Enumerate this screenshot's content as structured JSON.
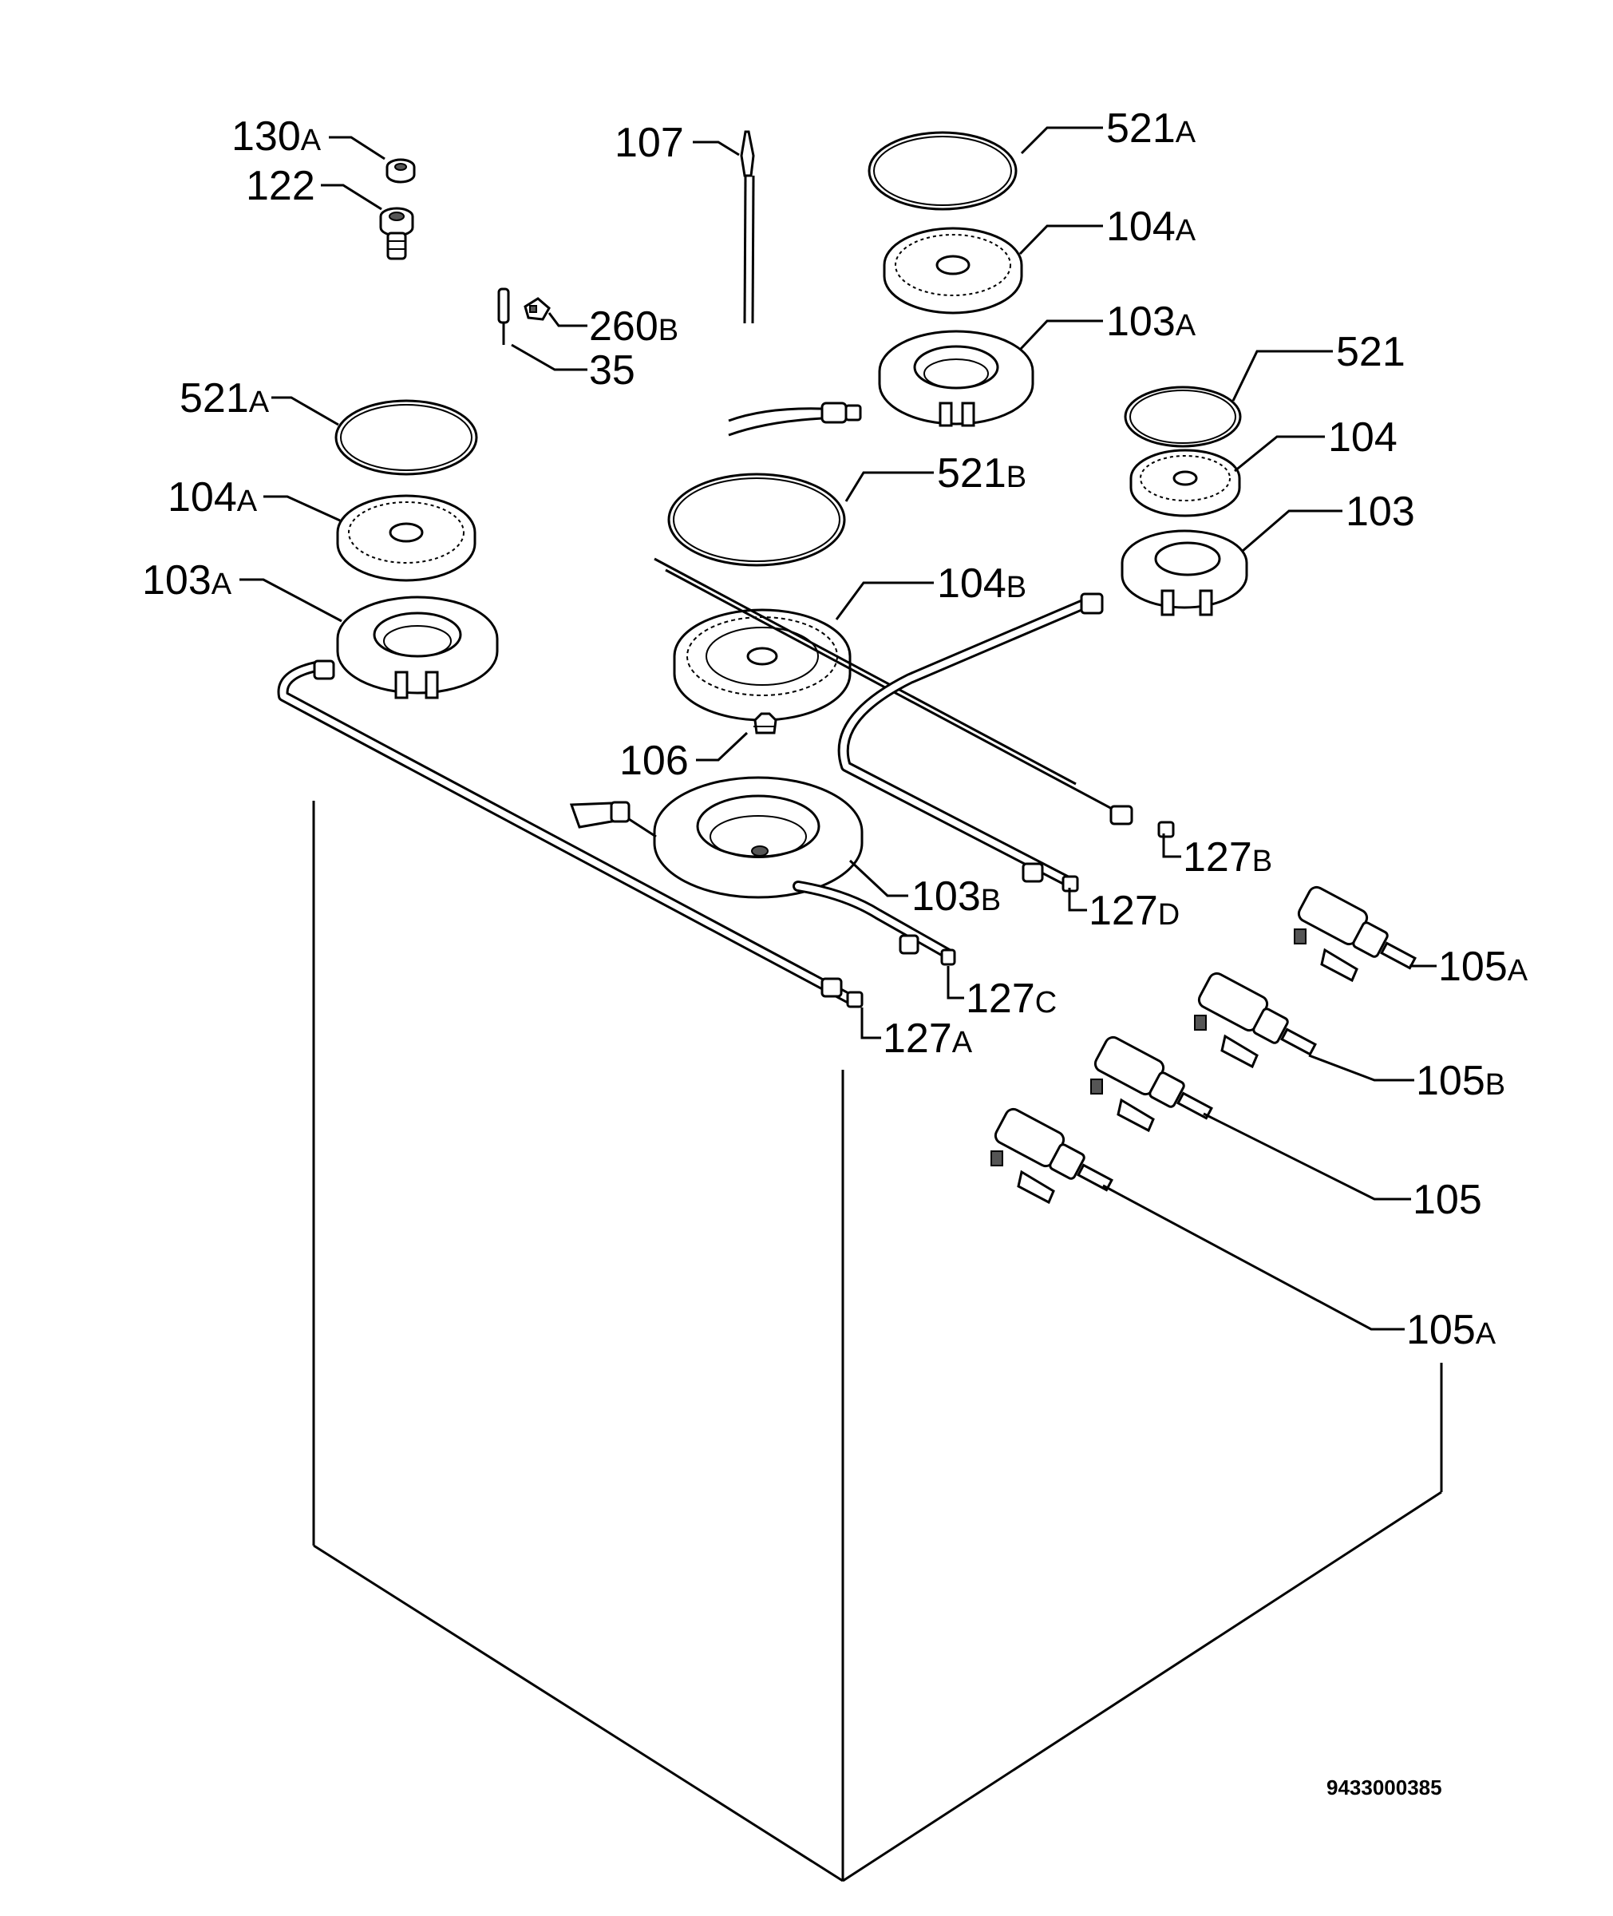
{
  "diagram": {
    "document_ref": "9433000385",
    "labels": {
      "l130a": {
        "num": "130",
        "sfx": "A"
      },
      "l122": {
        "num": "122",
        "sfx": ""
      },
      "l107": {
        "num": "107",
        "sfx": ""
      },
      "l521a_top": {
        "num": "521",
        "sfx": "A"
      },
      "l104a_top": {
        "num": "104",
        "sfx": "A"
      },
      "l103a_top": {
        "num": "103",
        "sfx": "A"
      },
      "l260b": {
        "num": "260",
        "sfx": "B"
      },
      "l35": {
        "num": "35",
        "sfx": ""
      },
      "l521": {
        "num": "521",
        "sfx": ""
      },
      "l104": {
        "num": "104",
        "sfx": ""
      },
      "l103": {
        "num": "103",
        "sfx": ""
      },
      "l521a_left": {
        "num": "521",
        "sfx": "A"
      },
      "l104a_left": {
        "num": "104",
        "sfx": "A"
      },
      "l103a_left": {
        "num": "103",
        "sfx": "A"
      },
      "l521b": {
        "num": "521",
        "sfx": "B"
      },
      "l104b": {
        "num": "104",
        "sfx": "B"
      },
      "l106": {
        "num": "106",
        "sfx": ""
      },
      "l103b": {
        "num": "103",
        "sfx": "B"
      },
      "l127b": {
        "num": "127",
        "sfx": "B"
      },
      "l127d": {
        "num": "127",
        "sfx": "D"
      },
      "l127c": {
        "num": "127",
        "sfx": "C"
      },
      "l127a": {
        "num": "127",
        "sfx": "A"
      },
      "l105a_top": {
        "num": "105",
        "sfx": "A"
      },
      "l105b": {
        "num": "105",
        "sfx": "B"
      },
      "l105": {
        "num": "105",
        "sfx": ""
      },
      "l105a_bottom": {
        "num": "105",
        "sfx": "A"
      }
    }
  }
}
